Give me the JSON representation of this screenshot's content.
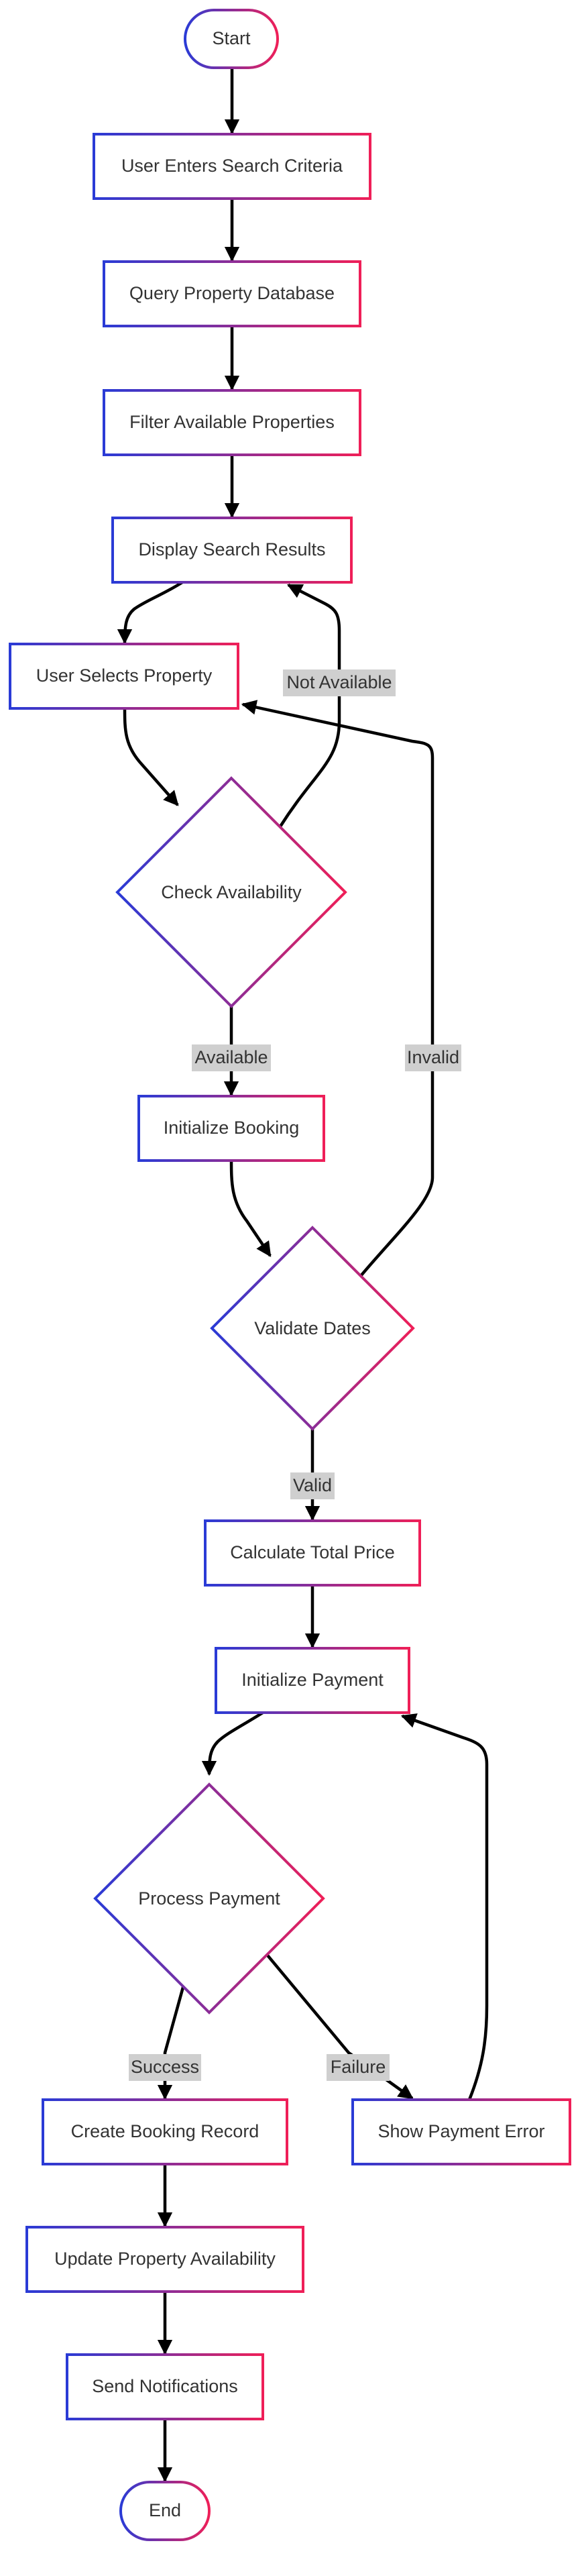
{
  "colors": {
    "gradient_start": "#2a3bd6",
    "gradient_end": "#ef1f58",
    "edge": "#000000",
    "label_background": "#cfcfcf",
    "text": "#333333"
  },
  "nodes": {
    "start": "Start",
    "enter_criteria": "User Enters Search Criteria",
    "query_db": "Query Property Database",
    "filter": "Filter Available Properties",
    "display_results": "Display Search Results",
    "select_property": "User Selects Property",
    "check_availability": "Check Availability",
    "init_booking": "Initialize Booking",
    "validate_dates": "Validate Dates",
    "calc_price": "Calculate Total Price",
    "init_payment": "Initialize Payment",
    "process_payment": "Process Payment",
    "create_record": "Create Booking Record",
    "show_error": "Show Payment Error",
    "update_availability": "Update Property Availability",
    "send_notifications": "Send Notifications",
    "end": "End"
  },
  "edge_labels": {
    "not_available": "Not Available",
    "available": "Available",
    "invalid": "Invalid",
    "valid": "Valid",
    "success": "Success",
    "failure": "Failure"
  }
}
